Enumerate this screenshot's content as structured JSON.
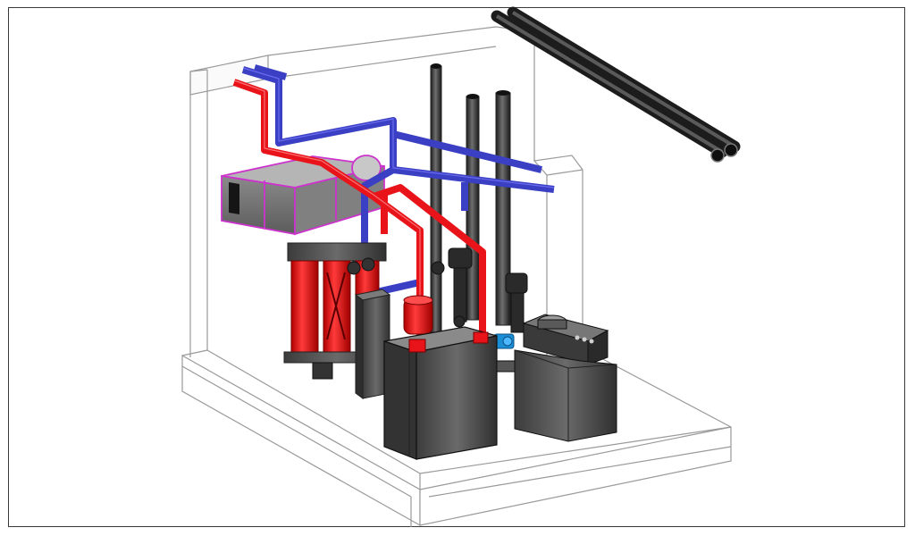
{
  "figure": {
    "kind": "isometric plant room cutaway",
    "components": [
      {
        "name": "room-walls",
        "icon": "room-outline"
      },
      {
        "name": "supply-pipework",
        "color": "#e8141a"
      },
      {
        "name": "return-pipework",
        "color": "#3a3fc4"
      },
      {
        "name": "ventilation-duct",
        "color": "#cc33cc"
      },
      {
        "name": "flue-pipes",
        "color": "#2b2b2b"
      },
      {
        "name": "external-pipes",
        "color": "#2b2b2b"
      },
      {
        "name": "transformer",
        "color": "#e01010"
      },
      {
        "name": "control-panel",
        "color": "#4a4a4a"
      },
      {
        "name": "main-boiler",
        "color": "#4d4d4d"
      },
      {
        "name": "secondary-boiler",
        "color": "#4d4d4d"
      },
      {
        "name": "circulation-pump",
        "color": "#1a8fd6"
      },
      {
        "name": "expansion-vessel",
        "color": "#e01010"
      }
    ],
    "colors": {
      "outline": "#9a9a9a",
      "frame": "#3a3a3a",
      "supply": "#e8141a",
      "return": "#3a3fc4",
      "duct": "#cc33cc",
      "dark_metal": "#4d4d4d",
      "pipe_black": "#2b2b2b"
    }
  }
}
